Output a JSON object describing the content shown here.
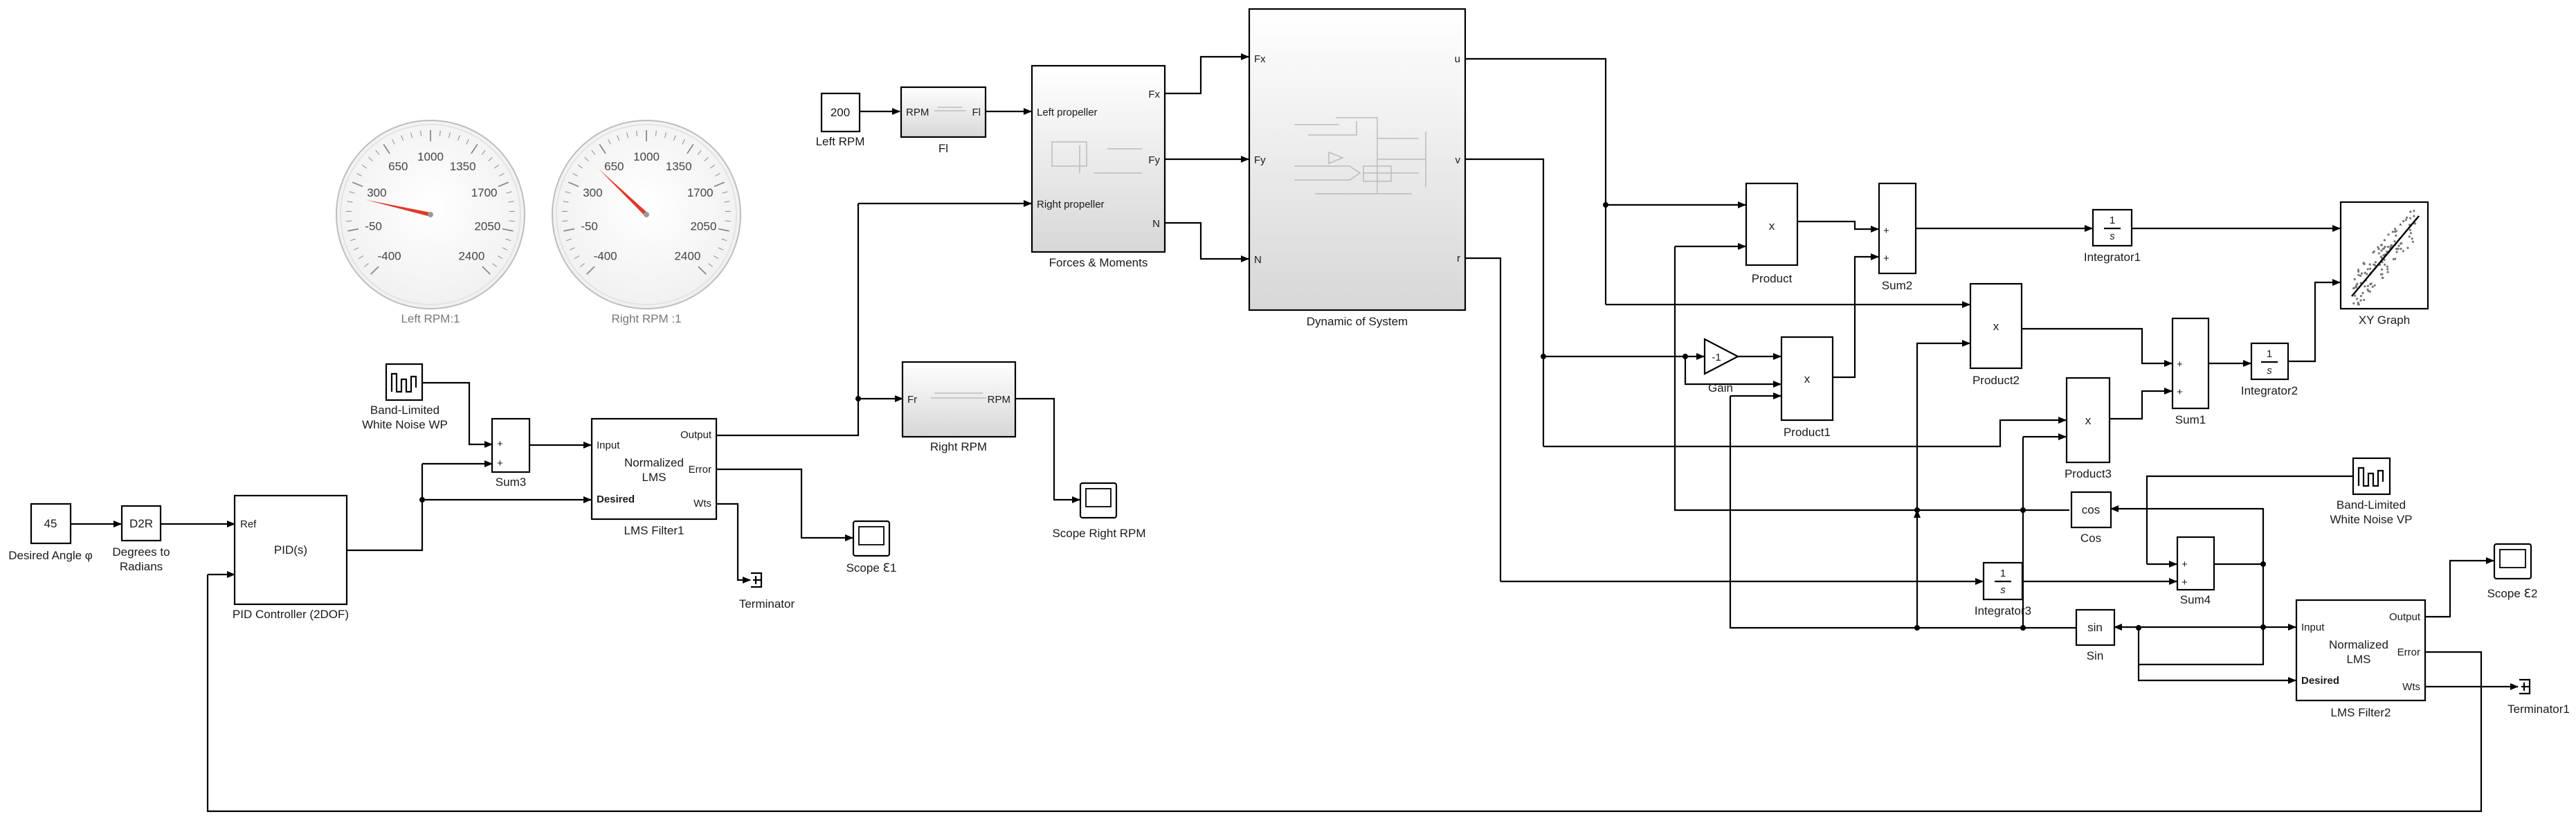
{
  "blocks": {
    "desired_angle": {
      "value": "45",
      "label": "Desired Angle φ"
    },
    "d2r": {
      "text": "D2R",
      "label_line1": "Degrees to",
      "label_line2": "Radians"
    },
    "pid": {
      "text": "PID(s)",
      "port_ref": "Ref",
      "label": "PID Controller (2DOF)"
    },
    "noise_wp": {
      "label_line1": "Band-Limited",
      "label_line2": "White Noise WP"
    },
    "sum3": {
      "label": "Sum3",
      "sign1": "+",
      "sign2": "+"
    },
    "lms1": {
      "in": "Input",
      "desired": "Desired",
      "text_line1": "Normalized",
      "text_line2": "LMS",
      "out": "Output",
      "err": "Error",
      "wts": "Wts",
      "label": "LMS Filter1"
    },
    "terminator": {
      "label": "Terminator"
    },
    "scope_e1": {
      "label": "Scope ℇ1"
    },
    "left_rpm": {
      "value": "200",
      "label": "Left RPM"
    },
    "fl": {
      "in": "RPM",
      "out": "Fl",
      "label": "Fl"
    },
    "right_rpm": {
      "in": "Fr",
      "out": "RPM",
      "label": "Right RPM"
    },
    "scope_right": {
      "label": "Scope Right RPM"
    },
    "forces": {
      "in1": "Left propeller",
      "in2": "Right propeller",
      "out1": "Fx",
      "out2": "Fy",
      "out3": "N",
      "label": "Forces & Moments"
    },
    "dynamic": {
      "in1": "Fx",
      "in2": "Fy",
      "in3": "N",
      "out1": "u",
      "out2": "v",
      "out3": "r",
      "label": "Dynamic of System"
    },
    "product": {
      "text": "x",
      "label": "Product"
    },
    "product1": {
      "text": "x",
      "label": "Product1"
    },
    "product2": {
      "text": "x",
      "label": "Product2"
    },
    "product3": {
      "text": "x",
      "label": "Product3"
    },
    "sum2": {
      "label": "Sum2",
      "sign1": "+",
      "sign2": "+"
    },
    "sum1": {
      "label": "Sum1",
      "sign1": "+",
      "sign2": "+"
    },
    "sum4": {
      "label": "Sum4",
      "sign1": "+",
      "sign2": "+"
    },
    "gain": {
      "text": "-1",
      "label": "Gain"
    },
    "integrator1": {
      "num": "1",
      "den": "s",
      "label": "Integrator1"
    },
    "integrator2": {
      "num": "1",
      "den": "s",
      "label": "Integrator2"
    },
    "integrator3": {
      "num": "1",
      "den": "s",
      "label": "Integrator3"
    },
    "xy_graph": {
      "label": "XY  Graph"
    },
    "cos": {
      "text": "cos",
      "label": "Cos"
    },
    "sin": {
      "text": "sin",
      "label": "Sin"
    },
    "noise_vp": {
      "label_line1": "Band-Limited",
      "label_line2": "White Noise VP"
    },
    "lms2": {
      "in": "Input",
      "desired": "Desired",
      "text_line1": "Normalized",
      "text_line2": "LMS",
      "out": "Output",
      "err": "Error",
      "wts": "Wts",
      "label": "LMS Filter2"
    },
    "scope_e2": {
      "label": "Scope  ℇ2"
    },
    "terminator1": {
      "label": "Terminator1"
    }
  },
  "gauges": [
    {
      "label": "Left RPM:1",
      "ticks": [
        "-400",
        "-50",
        "300",
        "650",
        "1000",
        "1350",
        "1700",
        "2050",
        "2400"
      ],
      "value": 200,
      "min": -400,
      "max": 2400
    },
    {
      "label": "Right RPM :1",
      "ticks": [
        "-400",
        "-50",
        "300",
        "650",
        "1000",
        "1350",
        "1700",
        "2050",
        "2400"
      ],
      "value": 520,
      "min": -400,
      "max": 2400
    }
  ],
  "colors": {
    "needle": "#e0392b",
    "block_stroke": "#000000",
    "wire": "#000000",
    "gauge_text": "#777777"
  }
}
